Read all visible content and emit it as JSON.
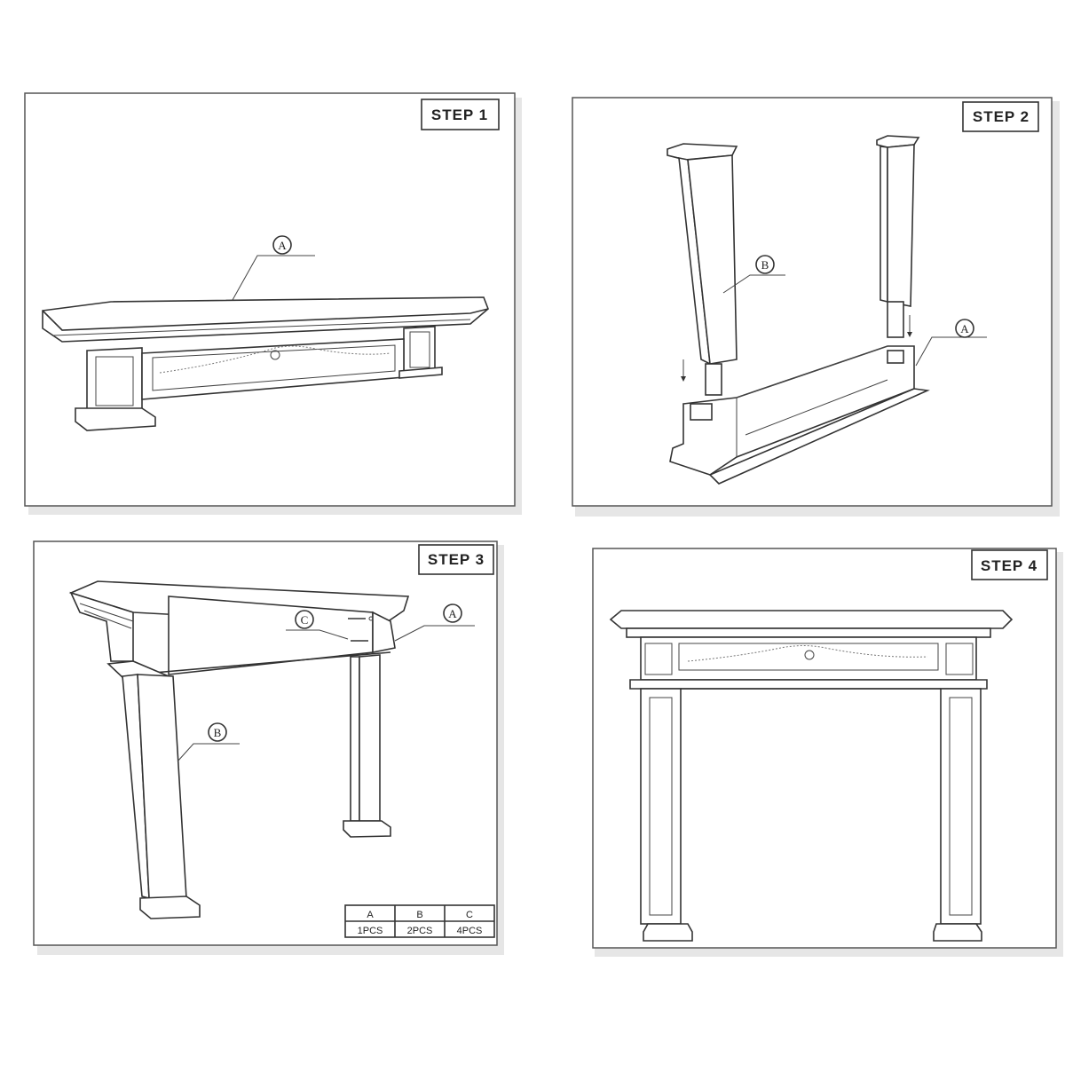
{
  "steps": [
    {
      "label": "STEP 1",
      "callouts": [
        "A"
      ]
    },
    {
      "label": "STEP 2",
      "callouts": [
        "B",
        "A"
      ]
    },
    {
      "label": "STEP 3",
      "callouts": [
        "C",
        "A",
        "B"
      ]
    },
    {
      "label": "STEP 4",
      "callouts": []
    }
  ],
  "parts_table": {
    "headers": [
      "A",
      "B",
      "C"
    ],
    "quantities": [
      "1PCS",
      "2PCS",
      "4PCS"
    ]
  }
}
